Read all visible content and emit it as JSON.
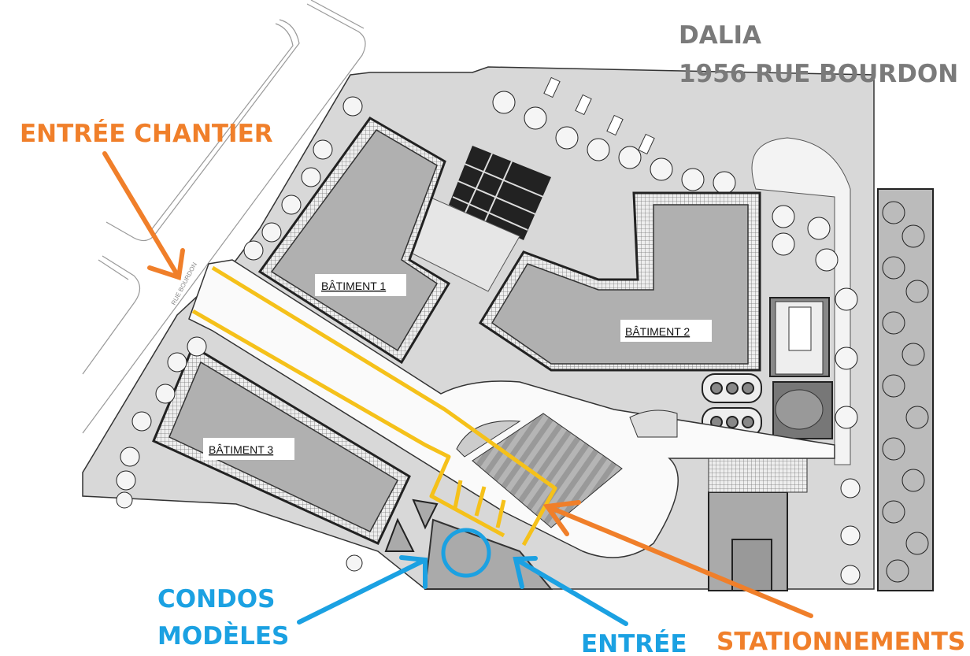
{
  "title": {
    "line1": "DALIA",
    "line2": "1956 RUE BOURDON"
  },
  "annotations": {
    "site_entrance": "ENTRÉE CHANTIER",
    "model_condos_line1": "CONDOS",
    "model_condos_line2": "MODÈLES",
    "entrance": "ENTRÉE",
    "parking": "STATIONNEMENTS"
  },
  "buildings": [
    {
      "label": "BÂTIMENT 1"
    },
    {
      "label": "BÂTIMENT 2"
    },
    {
      "label": "BÂTIMENT 3"
    }
  ],
  "street": "RUE BOURDON",
  "colors": {
    "orange": "#f07f2a",
    "blue": "#1ba1e2",
    "yellow": "#f5c11a",
    "gray_text": "#7a7a7a"
  }
}
